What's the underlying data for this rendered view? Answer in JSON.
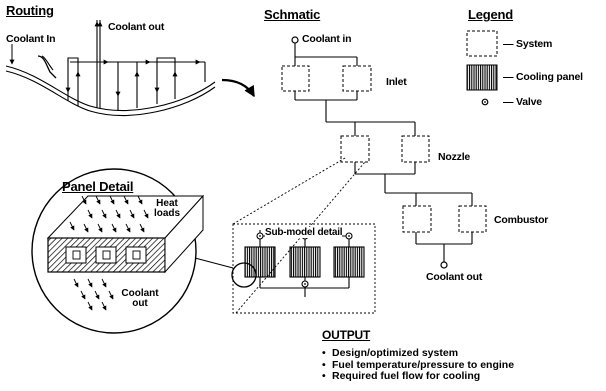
{
  "routing": {
    "title": "Routing",
    "coolant_in": "Coolant In",
    "coolant_out": "Coolant out"
  },
  "schematic": {
    "title": "Schmatic",
    "coolant_in": "Coolant in",
    "inlet": "Inlet",
    "nozzle": "Nozzle",
    "combustor": "Combustor",
    "coolant_out": "Coolant out",
    "submodel": "Sub-model detail"
  },
  "legend": {
    "title": "Legend",
    "system": "— System",
    "cooling_panel": "— Cooling panel",
    "valve": "— Valve"
  },
  "panel_detail": {
    "title": "Panel Detail",
    "heat_loads": [
      "Heat",
      "loads"
    ],
    "coolant_out": [
      "Coolant",
      "out"
    ]
  },
  "output": {
    "title": "OUTPUT",
    "items": [
      "Design/optimized system",
      "Fuel temperature/pressure to engine",
      "Required fuel flow for cooling"
    ]
  }
}
